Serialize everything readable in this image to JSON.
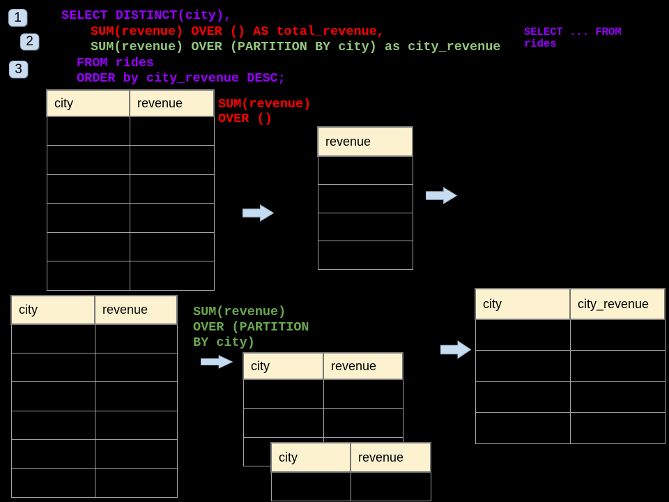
{
  "colors": {
    "background": "#000000",
    "sql_purple": "#9900FF",
    "sql_red": "#FF0000",
    "sql_green": "#93C47D",
    "label_green": "#6AA84F",
    "table_header_bg": "#FCF2D0",
    "table_header_border": "#777777",
    "table_body_border": "#A3A3A3",
    "badge_bg": "#C9DCF0",
    "badge_border": "#A9BED4",
    "arrow_fill": "#C5DCF1",
    "arrow_stroke": "#9EB3C7"
  },
  "badges": [
    "1",
    "2",
    "3"
  ],
  "sql": {
    "line1": "SELECT DISTINCT(city),",
    "line2": "SUM(revenue) OVER () AS total_revenue,",
    "line3": "SUM(revenue) OVER (PARTITION BY city) as city_revenue",
    "line4": "FROM rides",
    "line5": "ORDER by city_revenue DESC;"
  },
  "note": {
    "line1": "SELECT ... FROM",
    "line2": "rides"
  },
  "labels": {
    "total": {
      "line1": "SUM(revenue)",
      "line2": "OVER ()"
    },
    "partition": {
      "line1": "SUM(revenue)",
      "line2": "OVER (PARTITION",
      "line3": "BY city)"
    }
  },
  "tables": {
    "source_top": {
      "headers": [
        "city",
        "revenue"
      ],
      "row_count": 6
    },
    "total": {
      "headers": [
        "revenue"
      ],
      "row_count": 4
    },
    "source_bottom": {
      "headers": [
        "city",
        "revenue"
      ],
      "row_count": 6
    },
    "partition_back": {
      "headers": [
        "city",
        "revenue"
      ],
      "row_count": 3
    },
    "partition_front": {
      "headers": [
        "city",
        "revenue"
      ],
      "row_count": 1
    },
    "result": {
      "headers": [
        "city",
        "city_revenue"
      ],
      "row_count": 4
    }
  }
}
